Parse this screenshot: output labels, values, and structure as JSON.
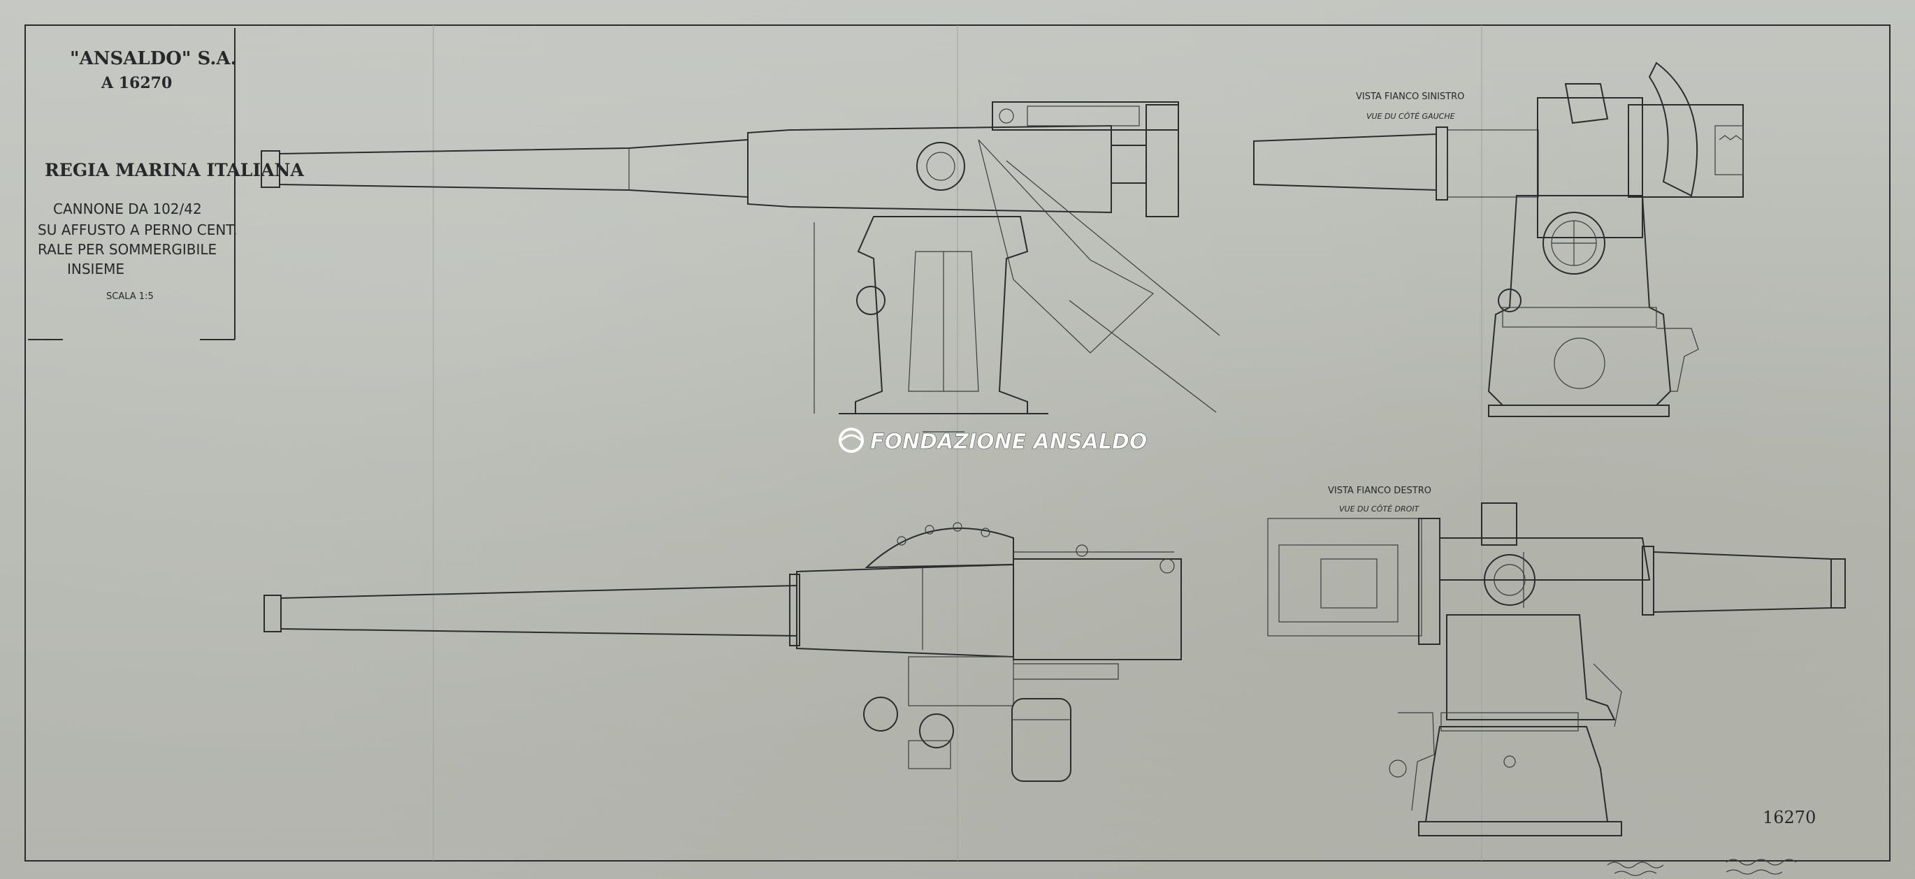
{
  "title_block": {
    "company": "\"ANSALDO\" S.A.",
    "drawing_code": "A 16270",
    "client": "REGIA MARINA ITALIANA",
    "description_lines": [
      "CANNONE DA 102/42",
      "SU AFFUSTO A PERNO CENT.",
      "RALE PER SOMMERGIBILE",
      "INSIEME"
    ],
    "scale": "SCALA 1:5"
  },
  "views": {
    "left_side": {
      "title": "VISTA FIANCO SINISTRO",
      "subtitle": "VUE DU CÔTÉ GAUCHE"
    },
    "right_side": {
      "title": "VISTA FIANCO DESTRO",
      "subtitle": "VUE DU CÔTÉ DROIT"
    }
  },
  "watermark": "FONDAZIONE ANSALDO",
  "sheet_number": "16270",
  "colors": {
    "paper": "#bdc0ba",
    "ink": "#2a2c2e",
    "watermark": "#ffffff"
  }
}
